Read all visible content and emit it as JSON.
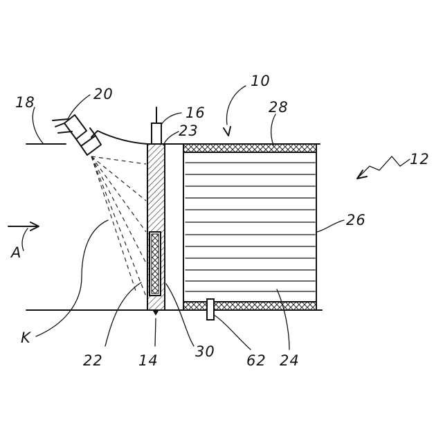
{
  "figure": {
    "labels": {
      "l10": "10",
      "l12": "12",
      "l14": "14",
      "l16": "16",
      "l18": "18",
      "l20": "20",
      "l22": "22",
      "l23": "23",
      "l24": "24",
      "l26": "26",
      "l28": "28",
      "l30": "30",
      "l62": "62",
      "lK": "K",
      "lA": "A"
    }
  }
}
